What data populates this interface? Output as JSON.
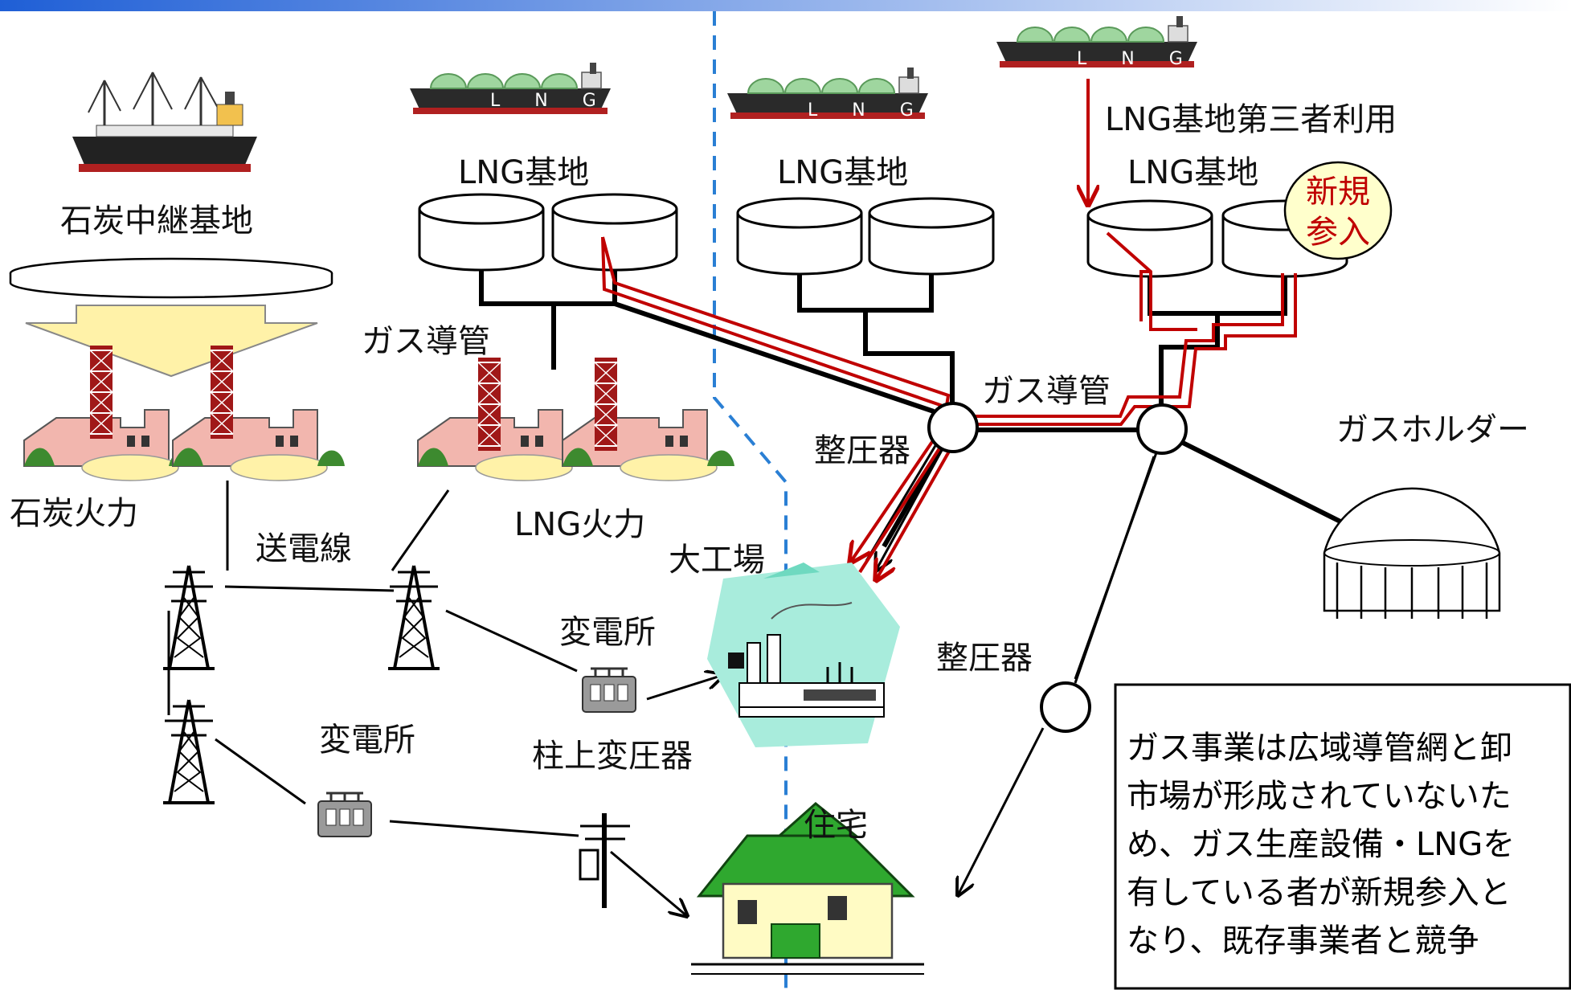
{
  "colors": {
    "header_gradient_start": "#1f5fd6",
    "header_gradient_end": "#ffffff",
    "divider": "#2a7fd4",
    "gas_pipe": "#000000",
    "third_party_route": "#c00000",
    "new_entry_fill": "#ffffcc",
    "tank_fill": "#ffffff",
    "plant_fill": "#f2b6ae",
    "tower": "#a01818",
    "ship_hull": "#2a2a2a",
    "ship_dome": "#9fd69f",
    "house_roof": "#2fa82f",
    "factory_bg": "#a8ecdc"
  },
  "labels": {
    "coal_relay": "石炭中継基地",
    "coal_power": "石炭火力",
    "transmission_line": "送電線",
    "lng_power": "LNG火力",
    "gas_pipeline_left": "ガス導管",
    "lng_base_1": "LNG基地",
    "lng_base_2": "LNG基地",
    "lng_base_3": "LNG基地",
    "third_party_use": "LNG基地第三者利用",
    "new_entry_line1": "新規",
    "new_entry_line2": "参入",
    "gas_pipeline_right": "ガス導管",
    "regulator_upper": "整圧器",
    "regulator_lower": "整圧器",
    "gas_holder": "ガスホルダー",
    "big_factory": "大工場",
    "substation_1": "変電所",
    "substation_2": "変電所",
    "pole_transformer": "柱上変圧器",
    "housing": "住宅",
    "ship_marking": "L N G"
  },
  "note": {
    "line1": "ガス事業は広域導管網と卸",
    "line2": "市場が形成されていないた",
    "line3": "め、ガス生産設備・LNGを",
    "line4": "有している者が新規参入と",
    "line5": "なり、既存事業者と競争"
  }
}
